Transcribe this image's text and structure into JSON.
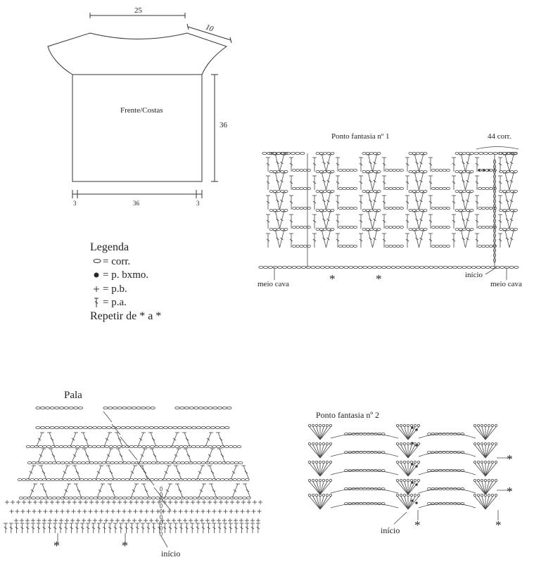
{
  "schematic": {
    "dim_top": "25",
    "dim_shoulder": "10",
    "dim_height": "36",
    "dim_side_left": "3",
    "dim_width": "36",
    "dim_side_right": "3",
    "piece_label": "Frente/Costas"
  },
  "chart1": {
    "title": "Ponto fantasia nº 1",
    "chain_count": "44 corr.",
    "left_label": "meio cava",
    "right_label": "meio cava",
    "start_label": "início",
    "repeat_marks": [
      "*",
      "*"
    ]
  },
  "legend": {
    "title": "Legenda",
    "items": [
      {
        "symbol": "chain-icon",
        "text": "= corr."
      },
      {
        "symbol": "slip-stitch-icon",
        "text": "= p. bxmo."
      },
      {
        "symbol": "single-crochet-icon",
        "text": "= p.b."
      },
      {
        "symbol": "double-crochet-icon",
        "text": "= p.a."
      }
    ],
    "repeat_note": "Repetir de * a *"
  },
  "pala": {
    "title": "Pala",
    "start_label": "início",
    "repeat_marks": [
      "*",
      "*"
    ]
  },
  "chart2": {
    "title": "Ponto fantasia nº 2",
    "start_label": "início",
    "repeat_marks": [
      "*",
      "*",
      "*",
      "*"
    ]
  }
}
